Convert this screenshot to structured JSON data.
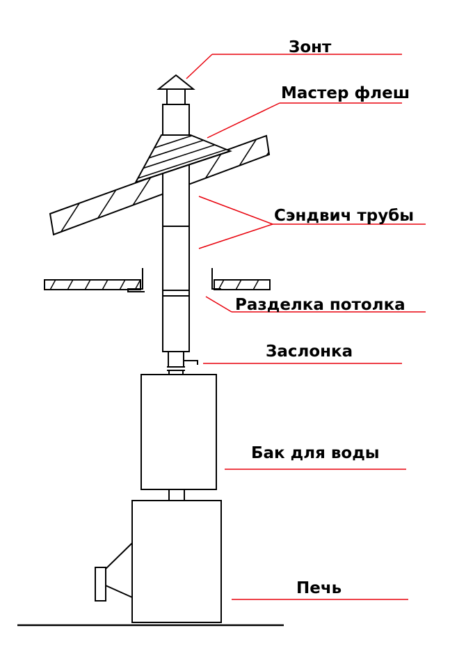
{
  "accent": "#e8000b",
  "labels": {
    "umbrella": "Зонт",
    "master_flash": "Мастер флеш",
    "sandwich_pipes": "Сэндвич трубы",
    "ceiling_cut": "Разделка потолка",
    "damper": "Заслонка",
    "water_tank": "Бак для воды",
    "stove": "Печь"
  }
}
